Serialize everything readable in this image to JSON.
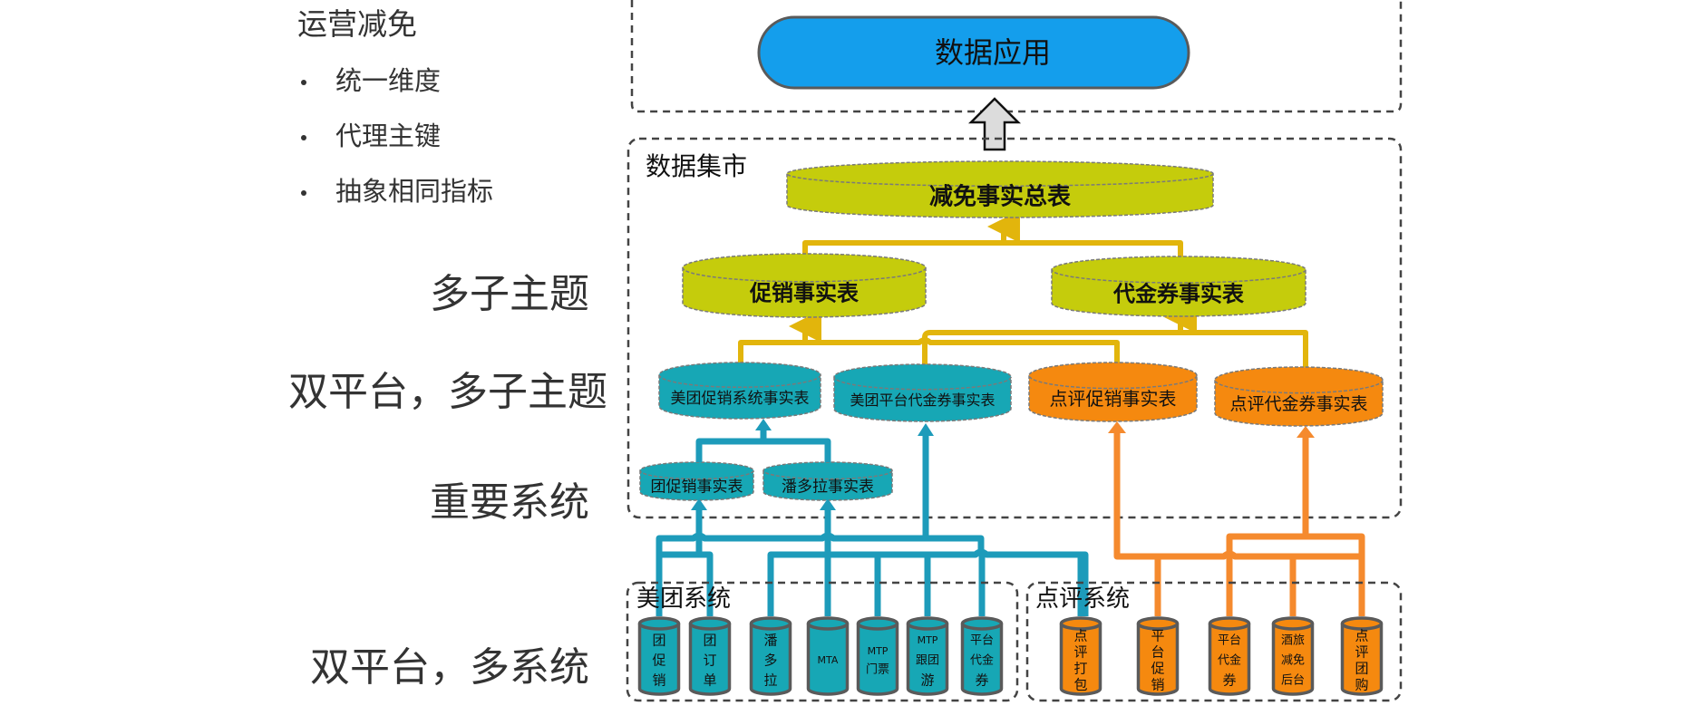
{
  "sidebar": {
    "title": "运营减免",
    "bullets": [
      "统一维度",
      "代理主键",
      "抽象相同指标"
    ]
  },
  "layer_labels": {
    "multi_subject": "多子主题",
    "dual_platform_multi_subject": "双平台，多子主题",
    "important_systems": "重要系统",
    "dual_platform_multi_system": "双平台，多系统"
  },
  "application": {
    "label": "数据应用",
    "color": "#149EEC"
  },
  "data_mart": {
    "title": "数据集市",
    "summary_table": "减免事实总表",
    "subject_tables": {
      "promotion": "促销事实表",
      "voucher": "代金券事实表"
    },
    "platform_tables": {
      "meituan_promotion": "美团促销系统事实表",
      "meituan_voucher": "美团平台代金券事实表",
      "dianping_promotion": "点评促销事实表",
      "dianping_voucher": "点评代金券事实表"
    },
    "system_tables": {
      "tuan_promotion": "团促销事实表",
      "pandora": "潘多拉事实表"
    }
  },
  "meituan_systems": {
    "title": "美团系统",
    "items": [
      {
        "label": [
          "团",
          "促",
          "销"
        ]
      },
      {
        "label": [
          "团",
          "订",
          "单"
        ]
      },
      {
        "label": [
          "潘",
          "多",
          "拉"
        ]
      },
      {
        "label": [
          "MTA"
        ]
      },
      {
        "label": [
          "MTP",
          "门票"
        ]
      },
      {
        "label": [
          "MTP",
          "跟团",
          "游"
        ]
      },
      {
        "label": [
          "平台",
          "代金",
          "券"
        ]
      }
    ]
  },
  "dianping_systems": {
    "title": "点评系统",
    "items": [
      {
        "label": [
          "点",
          "评",
          "打",
          "包"
        ]
      },
      {
        "label": [
          "平",
          "台",
          "促",
          "销"
        ]
      },
      {
        "label": [
          "平台",
          "代金",
          "券"
        ]
      },
      {
        "label": [
          "酒旅",
          "减免",
          "后台"
        ]
      },
      {
        "label": [
          "点",
          "评",
          "团",
          "购"
        ]
      }
    ]
  },
  "colors": {
    "yellow_green": "#C5CC0C",
    "teal": "#17A7B5",
    "teal_line": "#1D9BBA",
    "orange": "#F5890F",
    "orange_line": "#F58A2E",
    "yellow_line": "#E2B50C",
    "border_gray": "#5A5A5A"
  }
}
